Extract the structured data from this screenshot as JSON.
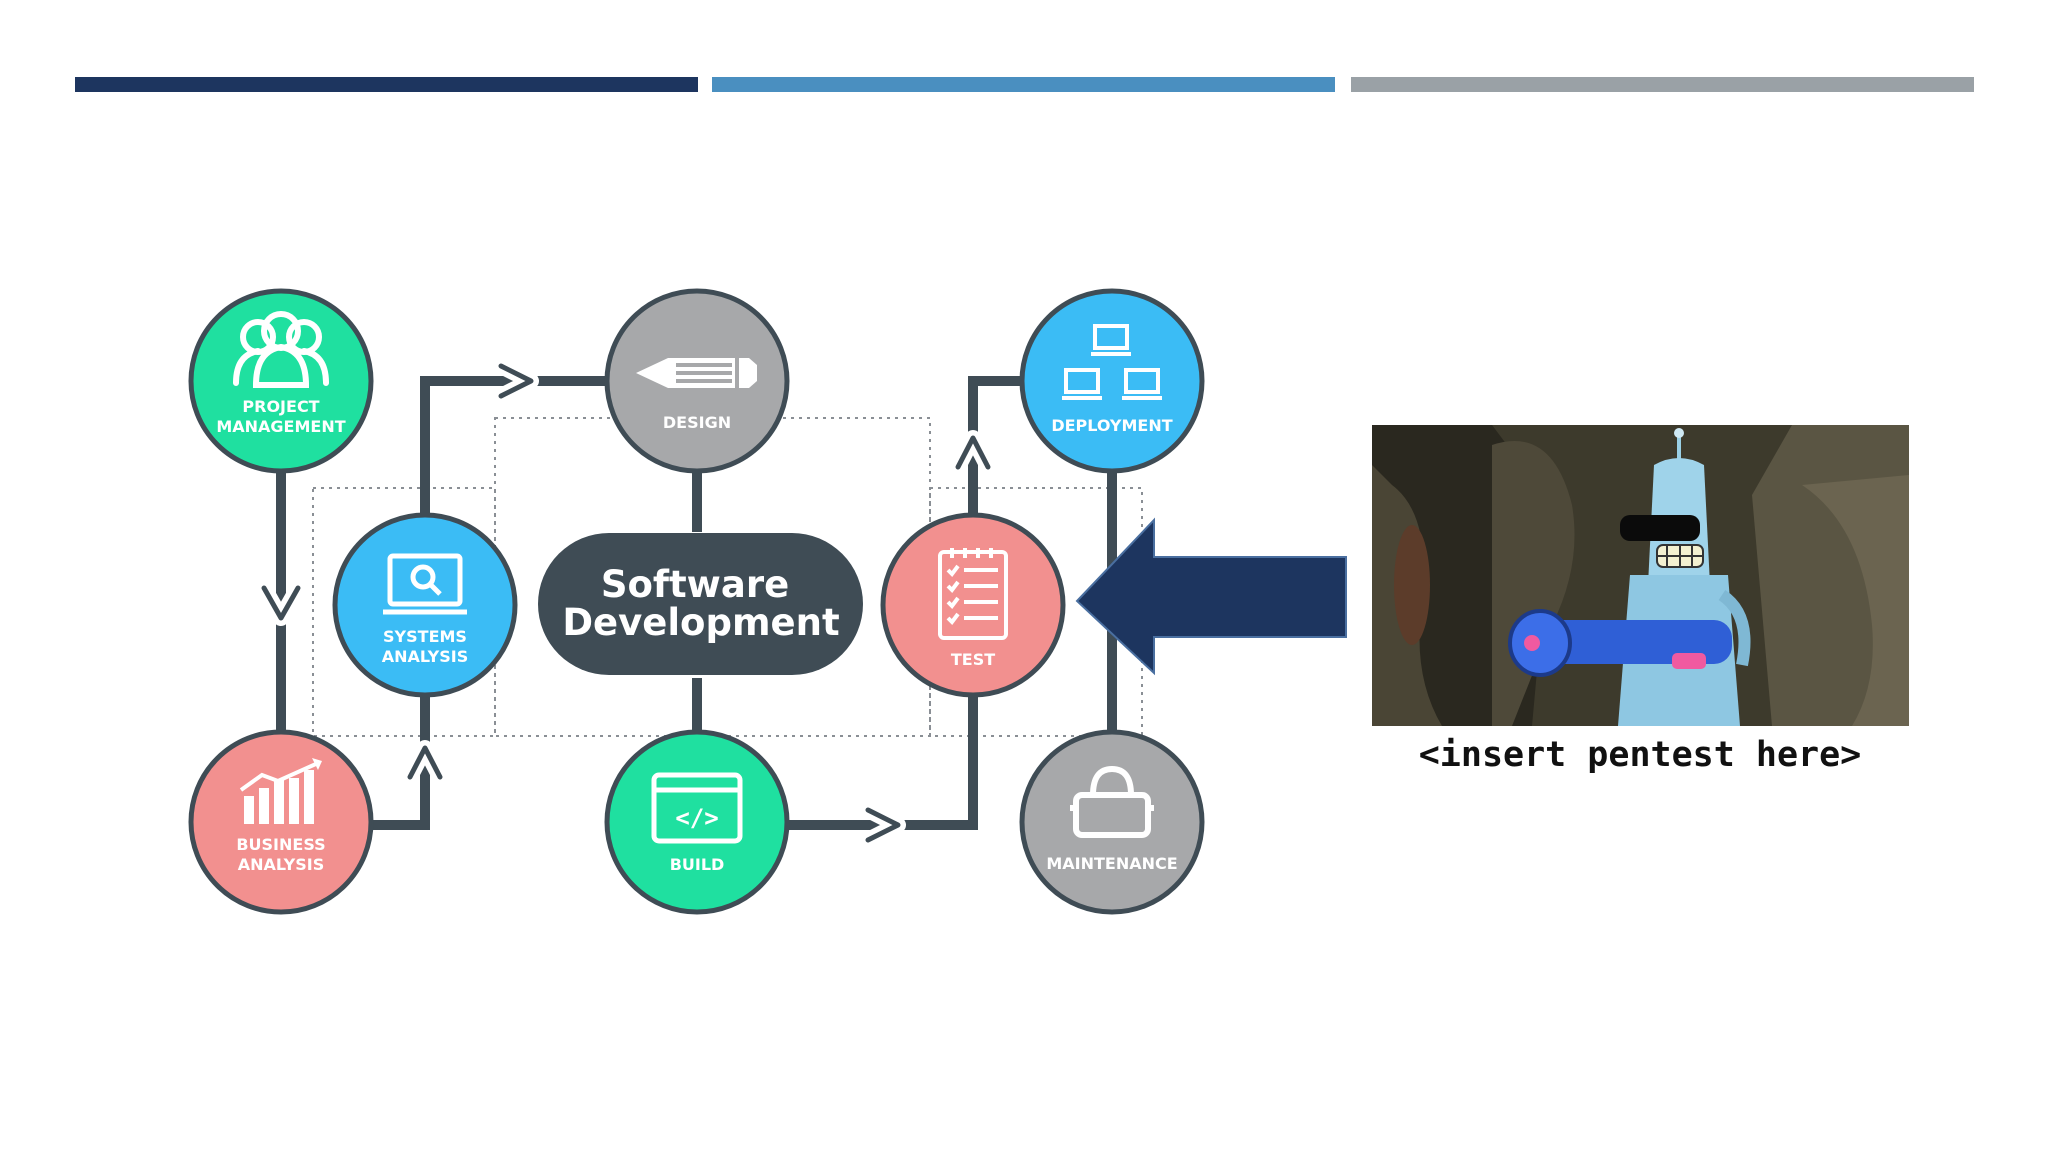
{
  "slide": {
    "bar_colors": [
      "#1d355f",
      "#4a8fc0",
      "#9aa1a6"
    ]
  },
  "diagram": {
    "center_label_line1": "Software",
    "center_label_line2": "Development",
    "nodes": {
      "project_management": {
        "line1": "PROJECT",
        "line2": "MANAGEMENT",
        "color": "#1fe0a0",
        "icon": "people-icon"
      },
      "business_analysis": {
        "line1": "BUSINESS",
        "line2": "ANALYSIS",
        "color": "#f2908f",
        "icon": "growth-chart-icon"
      },
      "systems_analysis": {
        "line1": "SYSTEMS",
        "line2": "ANALYSIS",
        "color": "#3bbcf5",
        "icon": "magnifier-monitor-icon"
      },
      "design": {
        "line1": "DESIGN",
        "color": "#a7a8aa",
        "icon": "pencil-icon"
      },
      "build": {
        "line1": "BUILD",
        "color": "#1fe0a0",
        "icon": "code-window-icon"
      },
      "test": {
        "line1": "TEST",
        "color": "#f2908f",
        "icon": "clipboard-checklist-icon"
      },
      "deployment": {
        "line1": "DEPLOYMENT",
        "color": "#3bbcf5",
        "icon": "network-computers-icon"
      },
      "maintenance": {
        "line1": "MAINTENANCE",
        "color": "#a7a8aa",
        "icon": "toolbox-icon"
      }
    },
    "pointer_arrow_color": "#1d355f"
  },
  "image": {
    "caption": "<insert pentest here>"
  }
}
